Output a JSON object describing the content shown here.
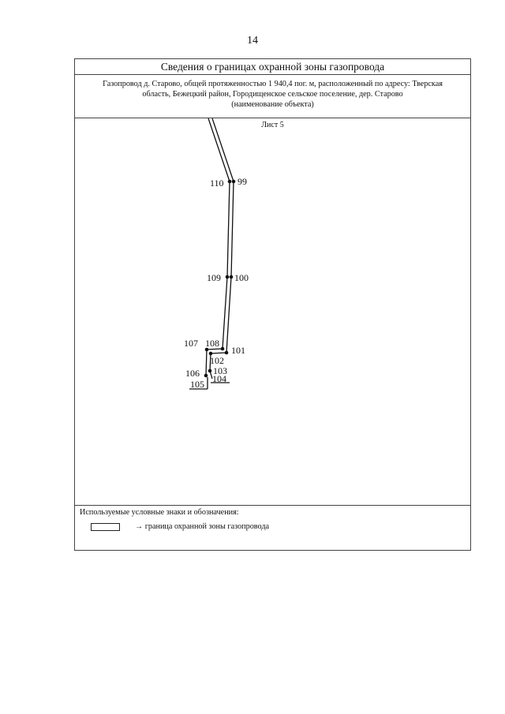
{
  "page_number": "14",
  "title": "Сведения о границах охранной зоны газопровода",
  "object": {
    "line1": "Газопровод д. Старово, общей протяженностью 1 940,4 пог. м, расположенный по адресу: Тверская",
    "line2": "область, Бежецкий район, Городищенское сельское поселение, дер. Старово",
    "caption": "(наименование объекта)"
  },
  "sheet": "Лист 5",
  "points": {
    "p99": "99",
    "p100": "100",
    "p101": "101",
    "p102": "102",
    "p103": "103",
    "p104": "104",
    "p105": "105",
    "p106": "106",
    "p107": "107",
    "p108": "108",
    "p109": "109",
    "p110": "110"
  },
  "legend": {
    "title": "Используемые условные знаки и обозначения:",
    "item": "→ граница охранной зоны газопровода"
  }
}
